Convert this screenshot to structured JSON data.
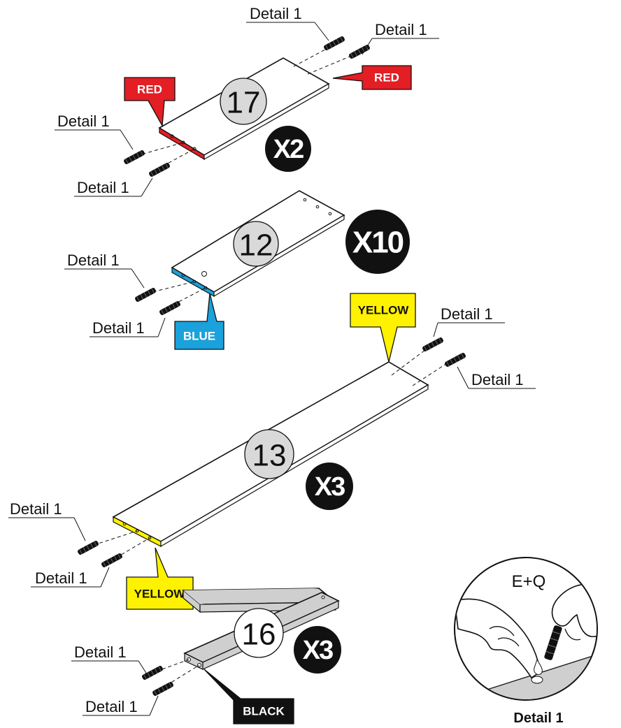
{
  "colors": {
    "red": "#e31e24",
    "blue": "#1ba1db",
    "yellow": "#fff200",
    "black": "#111111",
    "circle_gray": "#d9d9d9",
    "board_gray": "#cfcfcf"
  },
  "panels": [
    {
      "part_number": "17",
      "quantity": "X2",
      "edge_tags": [
        "RED",
        "RED"
      ],
      "detail_labels": [
        "Detail 1",
        "Detail 1",
        "Detail 1",
        "Detail 1"
      ]
    },
    {
      "part_number": "12",
      "quantity": "X10",
      "edge_tags": [
        "BLUE"
      ],
      "detail_labels": [
        "Detail 1",
        "Detail 1"
      ]
    },
    {
      "part_number": "13",
      "quantity": "X3",
      "edge_tags": [
        "YELLOW",
        "YELLOW"
      ],
      "detail_labels": [
        "Detail 1",
        "Detail 1",
        "Detail 1",
        "Detail 1"
      ]
    },
    {
      "part_number": "16",
      "quantity": "X3",
      "edge_tags": [
        "BLACK"
      ],
      "detail_labels": [
        "Detail 1",
        "Detail 1"
      ]
    }
  ],
  "detail_inset": {
    "title": "Detail 1",
    "glue_label": "E+Q"
  }
}
